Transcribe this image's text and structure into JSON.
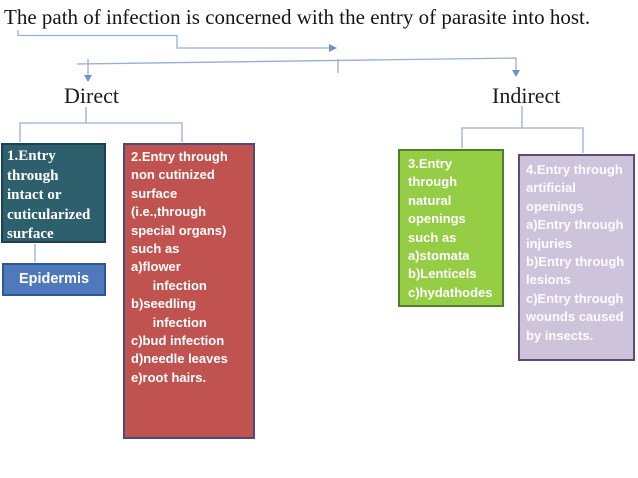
{
  "slide": {
    "title": "The path of infection is concerned with the entry of parasite into host."
  },
  "branches": {
    "direct_label": "Direct",
    "indirect_label": "Indirect"
  },
  "boxes": {
    "intact_surface": {
      "text": "1.Entry\nthrough\nintact or\ncuticularized\nsurface"
    },
    "epidermis": {
      "text": "Epidermis"
    },
    "non_cutinized": {
      "text": "2.Entry through\nnon cutinized\nsurface\n(i.e.,through\nspecial organs)\nsuch as\na)flower\n      infection\nb)seedling\n      infection\nc)bud infection\nd)needle leaves\ne)root hairs."
    },
    "natural_openings": {
      "text": "3.Entry\nthrough\nnatural\nopenings\nsuch as\na)stomata\nb)Lenticels\nc)hydathodes"
    },
    "artificial_openings": {
      "text": "4.Entry through\nartificial\nopenings\na)Entry through\ninjuries\nb)Entry through\nlesions\nc)Entry through\nwounds caused\nby insects."
    }
  },
  "colors": {
    "connector_line": "#96afd3",
    "arrowhead": "#6d92c6",
    "box_intact_fill": "#2d5f6d",
    "box_intact_border": "#1c4251",
    "box_epidermis_fill": "#4e79bd",
    "box_epidermis_border": "#2f5794",
    "box_non_cutinized_fill": "#c0534f",
    "box_non_cutinized_border": "#474e7e",
    "box_natural_fill": "#95ce45",
    "box_natural_border": "#527d2d",
    "box_artificial_fill": "#cdc4dc",
    "box_artificial_border": "#5f4b77",
    "text_on_boxes": "#ffffff",
    "title_text": "#151515"
  }
}
